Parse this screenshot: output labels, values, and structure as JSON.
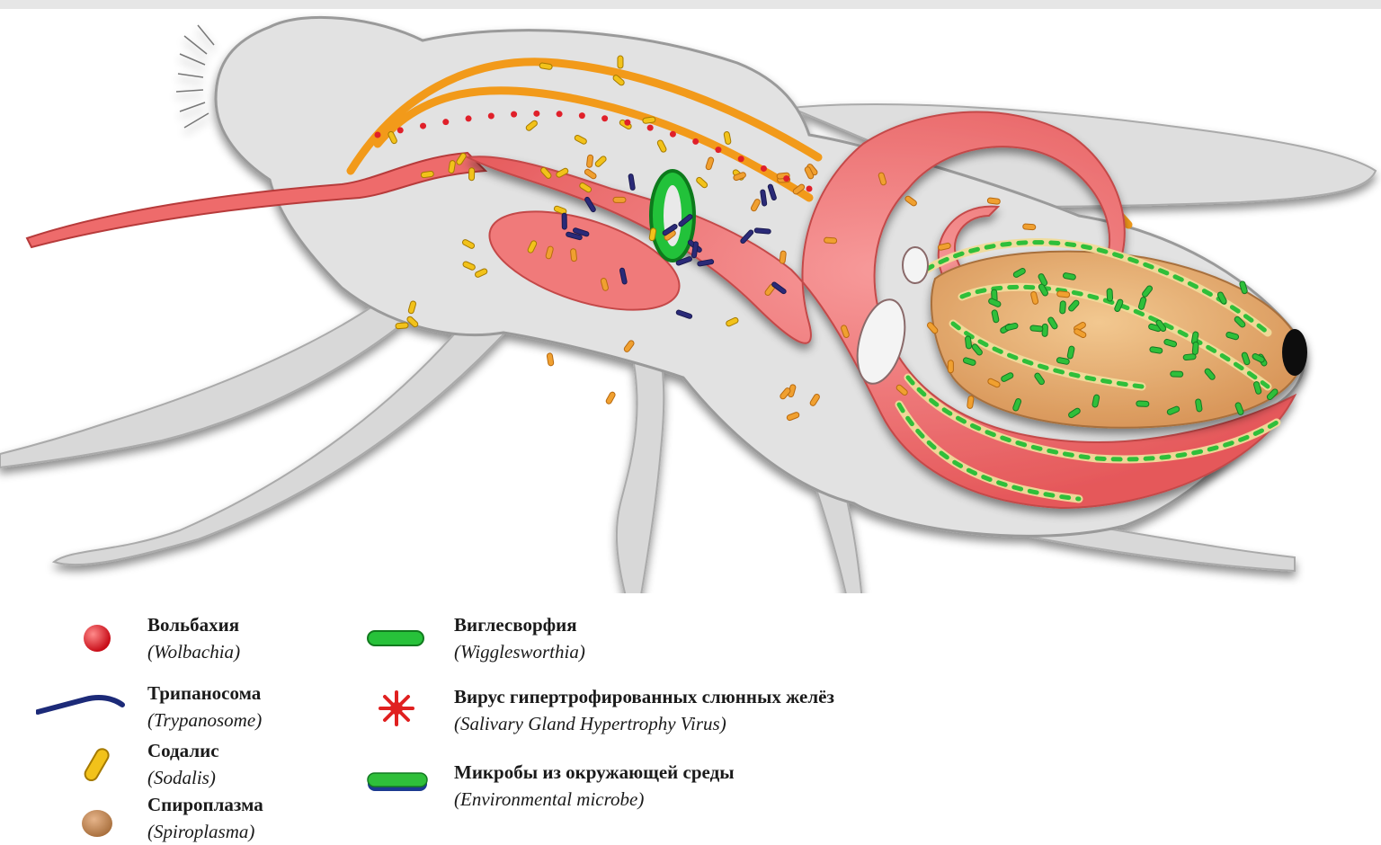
{
  "legend": {
    "items": [
      {
        "id": "wolbachia",
        "name": "Вольбахия",
        "latin_open": "(",
        "latin": "Wolbachia",
        "latin_close": ")",
        "icon": "red-sphere-icon",
        "color": "#e0202a"
      },
      {
        "id": "trypanosome",
        "name": "Трипаносома",
        "latin_open": "(",
        "latin": "Trypanosome",
        "latin_close": ")",
        "icon": "wavy-worm-icon",
        "color": "#1c2a78"
      },
      {
        "id": "sodalis",
        "name": "Содалис",
        "latin_open": "(",
        "latin": "Sodalis",
        "latin_close": ")",
        "icon": "yellow-capsule-icon",
        "color": "#f2c21a"
      },
      {
        "id": "spiroplasma",
        "name": "Спироплазма",
        "latin_open": "(",
        "latin": "Spiroplasma",
        "latin_close": ")",
        "icon": "tan-disc-icon",
        "color": "#c8946a"
      },
      {
        "id": "wigglesworthia",
        "name": "Виглесворфия",
        "latin_open": "(",
        "latin": "Wigglesworthia",
        "latin_close": ")",
        "icon": "green-rod-icon",
        "color": "#27c23a"
      },
      {
        "id": "sghv",
        "name": "Вирус гипертрофированных слюнных желёз",
        "latin_open": "(",
        "latin": "Salivary Gland Hypertrophy Virus",
        "latin_close": ")",
        "icon": "red-star-virus-icon",
        "color": "#e02020"
      },
      {
        "id": "environmental",
        "name": "Микробы из окружающей среды",
        "latin_open": "(",
        "latin": "Environmental microbe",
        "latin_close": ")",
        "icon": "green-blue-rod-icon",
        "color": "#2fbf3a"
      }
    ]
  },
  "colors": {
    "body": "#e2e2e2",
    "gut": "#ee6b6b",
    "gland": "#f07a7a",
    "uterus": "#e9b87a",
    "tube": "#f29a1a",
    "bacteriome": "#22c23a"
  }
}
